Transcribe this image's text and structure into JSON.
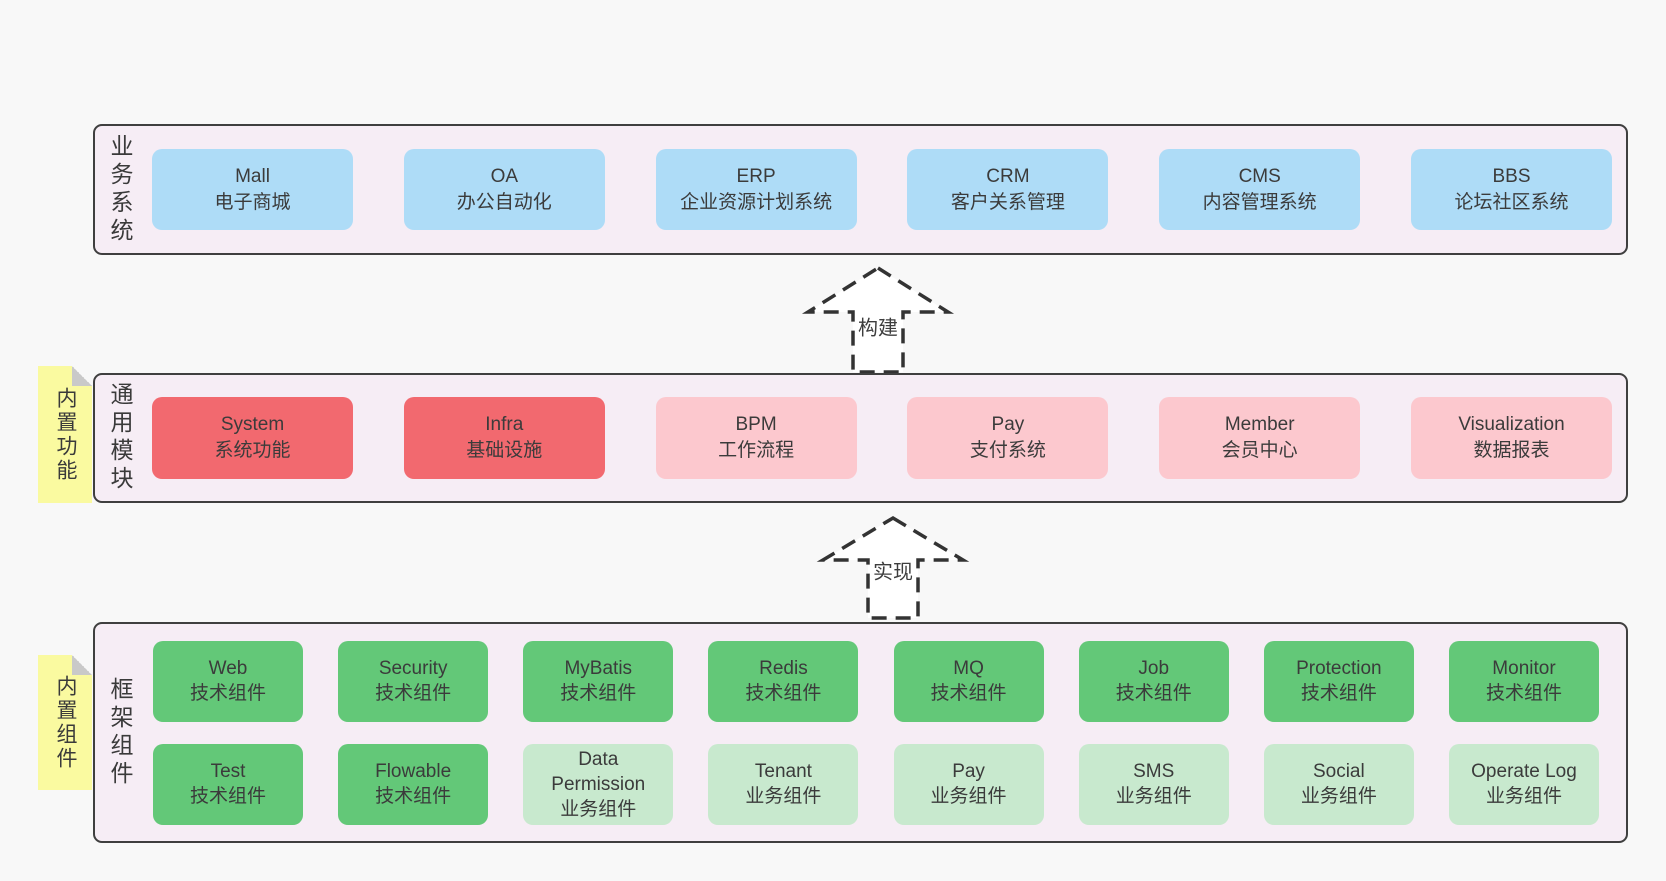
{
  "page": {
    "background": "#f8f8f8"
  },
  "colors": {
    "blue": "#aedcf7",
    "red": "#f2696f",
    "pink": "#fcc8ce",
    "green": "#63c878",
    "lightgreen": "#c8e9ce",
    "note_yellow": "#fafaa0",
    "band_background": "#f6edf5",
    "border": "#3f3f3f"
  },
  "arrows": [
    {
      "label": "构建"
    },
    {
      "label": "实现"
    }
  ],
  "bands": [
    {
      "label": "业务系统",
      "note": null,
      "rows": [
        [
          {
            "title": "Mall",
            "subtitle": "电子商城",
            "type": "blue"
          },
          {
            "title": "OA",
            "subtitle": "办公自动化",
            "type": "blue"
          },
          {
            "title": "ERP",
            "subtitle": "企业资源计划系统",
            "type": "blue"
          },
          {
            "title": "CRM",
            "subtitle": "客户关系管理",
            "type": "blue"
          },
          {
            "title": "CMS",
            "subtitle": "内容管理系统",
            "type": "blue"
          },
          {
            "title": "BBS",
            "subtitle": "论坛社区系统",
            "type": "blue"
          }
        ]
      ]
    },
    {
      "label": "通用模块",
      "note": "内置功能",
      "rows": [
        [
          {
            "title": "System",
            "subtitle": "系统功能",
            "type": "red"
          },
          {
            "title": "Infra",
            "subtitle": "基础设施",
            "type": "red"
          },
          {
            "title": "BPM",
            "subtitle": "工作流程",
            "type": "pink"
          },
          {
            "title": "Pay",
            "subtitle": "支付系统",
            "type": "pink"
          },
          {
            "title": "Member",
            "subtitle": "会员中心",
            "type": "pink"
          },
          {
            "title": "Visualization",
            "subtitle": "数据报表",
            "type": "pink"
          }
        ]
      ]
    },
    {
      "label": "框架组件",
      "note": "内置组件",
      "rows": [
        [
          {
            "title": "Web",
            "subtitle": "技术组件",
            "type": "green"
          },
          {
            "title": "Security",
            "subtitle": "技术组件",
            "type": "green"
          },
          {
            "title": "MyBatis",
            "subtitle": "技术组件",
            "type": "green"
          },
          {
            "title": "Redis",
            "subtitle": "技术组件",
            "type": "green"
          },
          {
            "title": "MQ",
            "subtitle": "技术组件",
            "type": "green"
          },
          {
            "title": "Job",
            "subtitle": "技术组件",
            "type": "green"
          },
          {
            "title": "Protection",
            "subtitle": "技术组件",
            "type": "green"
          },
          {
            "title": "Monitor",
            "subtitle": "技术组件",
            "type": "green"
          }
        ],
        [
          {
            "title": "Test",
            "subtitle": "技术组件",
            "type": "green"
          },
          {
            "title": "Flowable",
            "subtitle": "技术组件",
            "type": "green"
          },
          {
            "title": "Data Permission",
            "subtitle": "业务组件",
            "type": "lightgreen"
          },
          {
            "title": "Tenant",
            "subtitle": "业务组件",
            "type": "lightgreen"
          },
          {
            "title": "Pay",
            "subtitle": "业务组件",
            "type": "lightgreen"
          },
          {
            "title": "SMS",
            "subtitle": "业务组件",
            "type": "lightgreen"
          },
          {
            "title": "Social",
            "subtitle": "业务组件",
            "type": "lightgreen"
          },
          {
            "title": "Operate Log",
            "subtitle": "业务组件",
            "type": "lightgreen"
          }
        ]
      ]
    }
  ]
}
